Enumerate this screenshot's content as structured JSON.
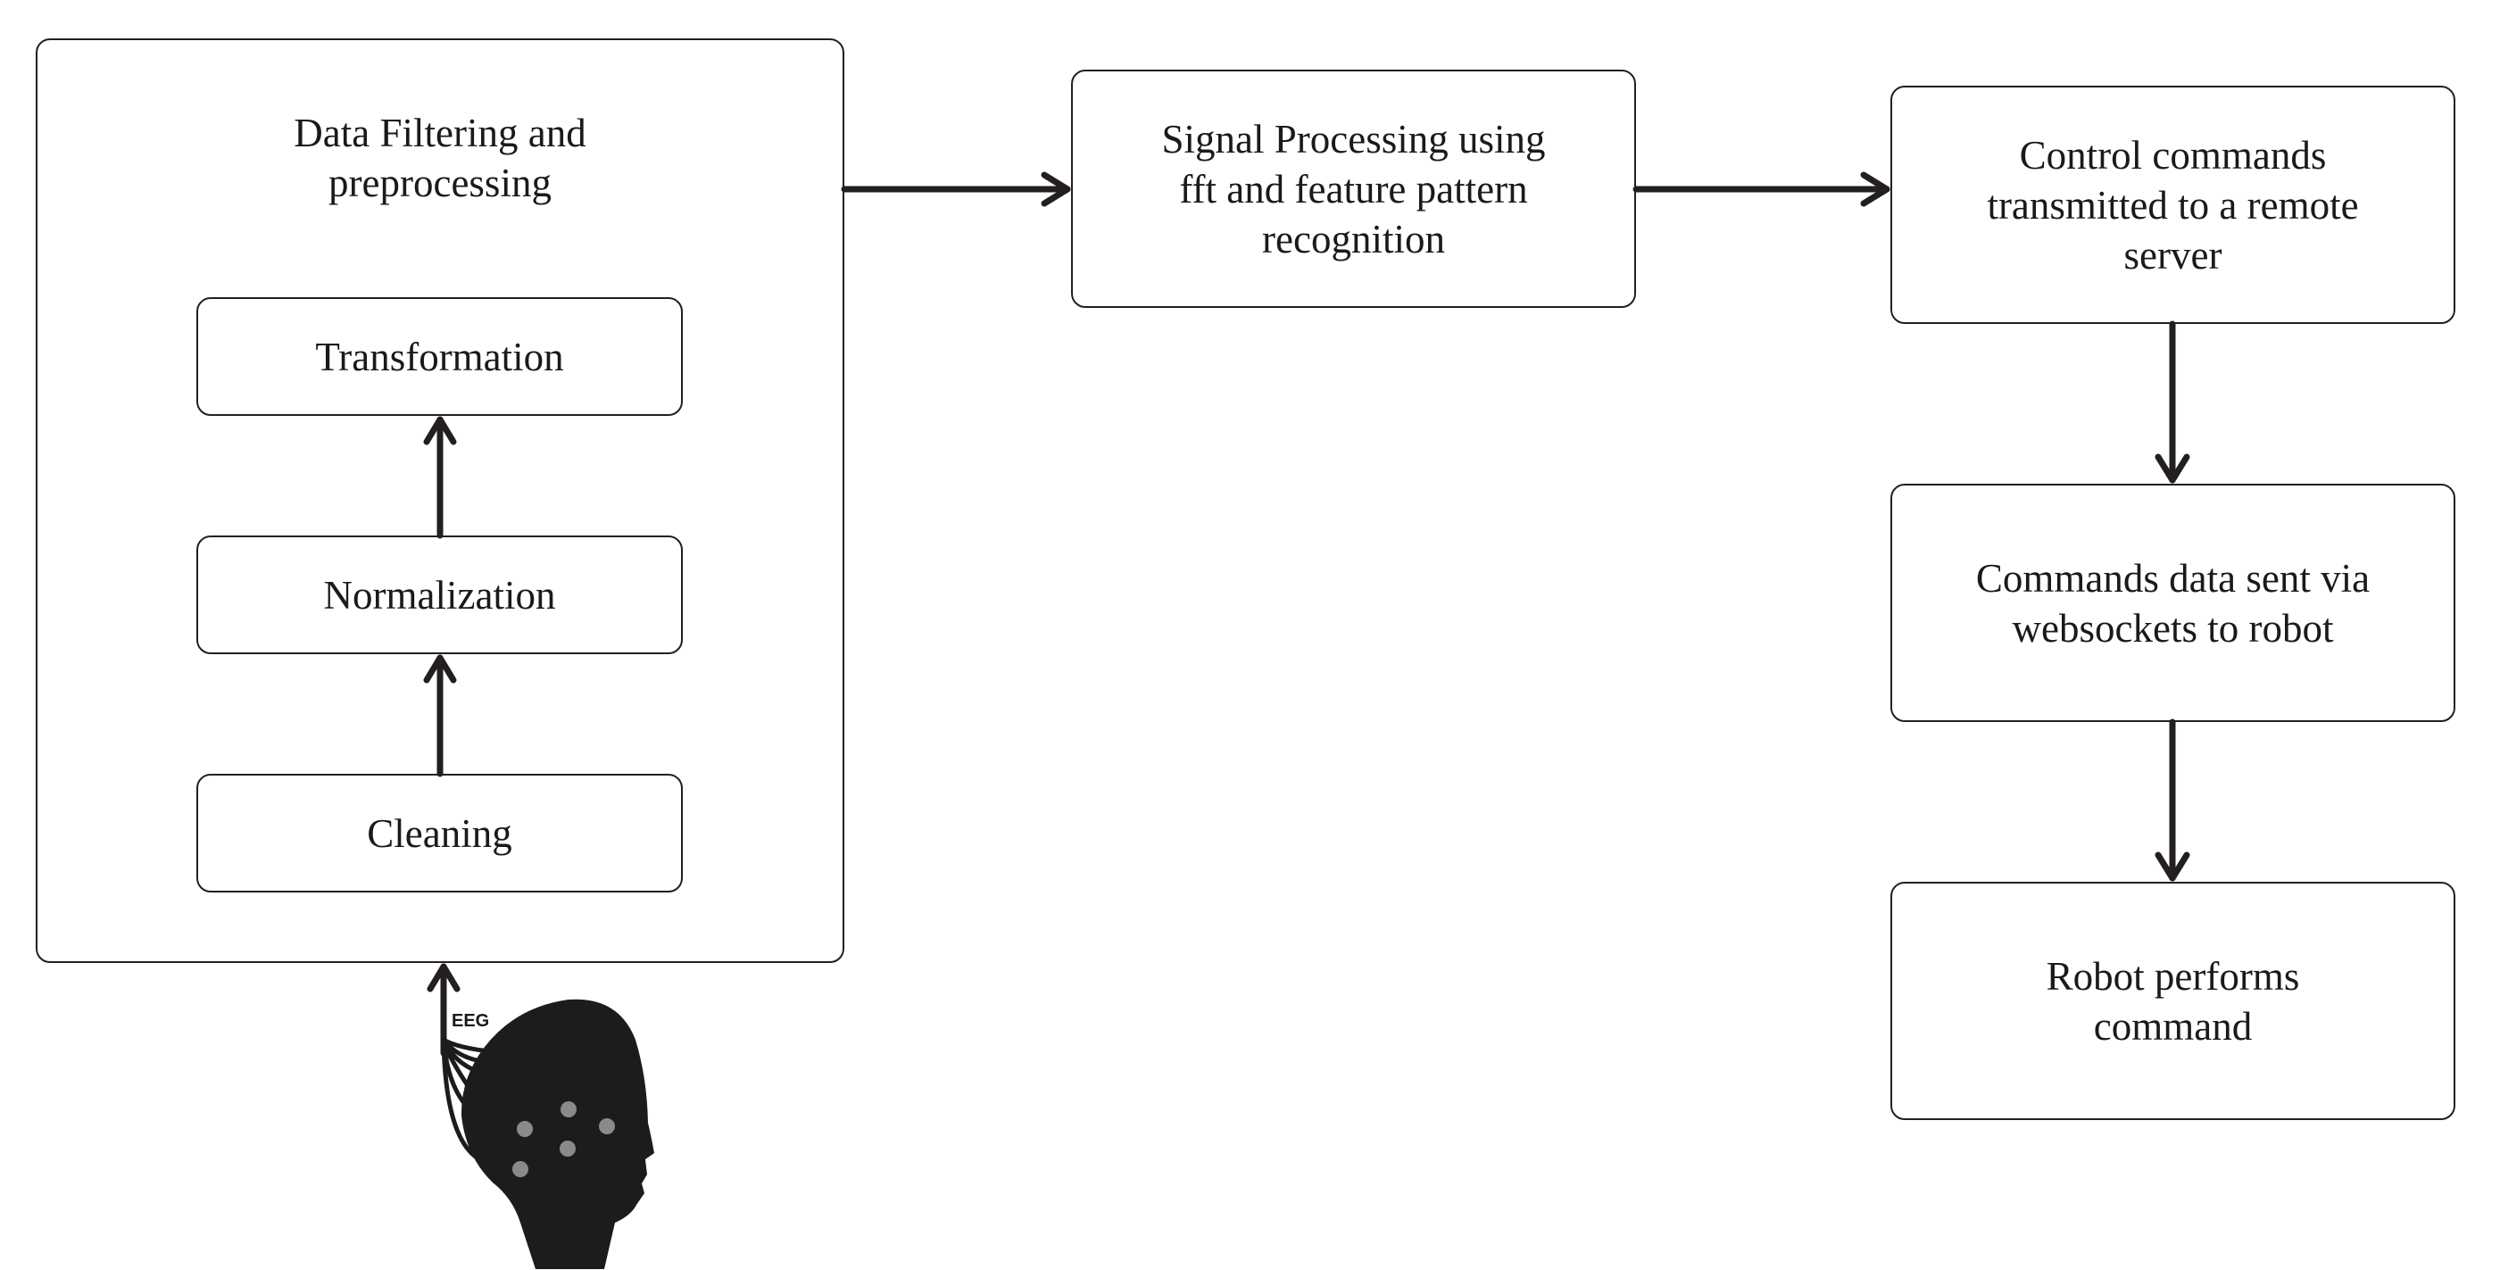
{
  "group": {
    "title_line1": "Data Filtering and",
    "title_line2": "preprocessing",
    "steps": [
      "Transformation",
      "Normalization",
      "Cleaning"
    ]
  },
  "signal_box": {
    "line1": "Signal Processing using",
    "line2": "fft and feature pattern",
    "line3": "recognition"
  },
  "control_box": {
    "line1": "Control commands",
    "line2": "transmitted to a remote",
    "line3": "server"
  },
  "commands_box": {
    "line1": "Commands data sent via",
    "line2": "websockets to robot"
  },
  "robot_box": {
    "line1": "Robot performs",
    "line2": "command"
  },
  "eeg_label": "EEG",
  "colors": {
    "stroke": "#231f20",
    "text": "#1a1a1a",
    "electrode": "#8a8a8a",
    "head": "#1c1c1c"
  },
  "icons": [
    "head-silhouette-icon",
    "electrode-icon"
  ]
}
